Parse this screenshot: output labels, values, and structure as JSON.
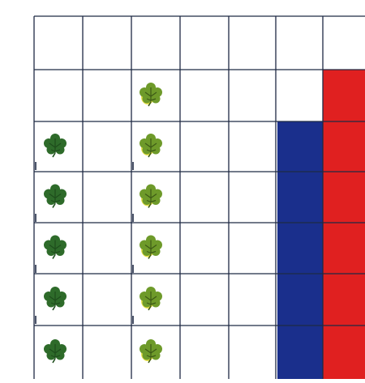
{
  "grid": {
    "columns": 7,
    "rows": 7,
    "line_color": "#1f2a44",
    "background": "#ffffff"
  },
  "fills": [
    {
      "name": "red",
      "color": "#e02020",
      "column": 7,
      "from_row": 2,
      "to_row": 7
    },
    {
      "name": "blue",
      "color": "#1a2f8c",
      "column": 6,
      "from_row": 3,
      "to_row": 7
    }
  ],
  "plants": [
    {
      "icon": "dark-green-leaf-icon",
      "color": "#2e6b2a",
      "accent": "#1e4d1c",
      "column": 1,
      "rows": [
        3,
        4,
        5,
        6,
        7
      ]
    },
    {
      "icon": "yellow-green-leaf-icon",
      "color": "#6e9a2a",
      "accent": "#e8e24a",
      "column": 3,
      "rows": [
        2,
        3,
        4,
        5,
        6,
        7
      ]
    }
  ]
}
